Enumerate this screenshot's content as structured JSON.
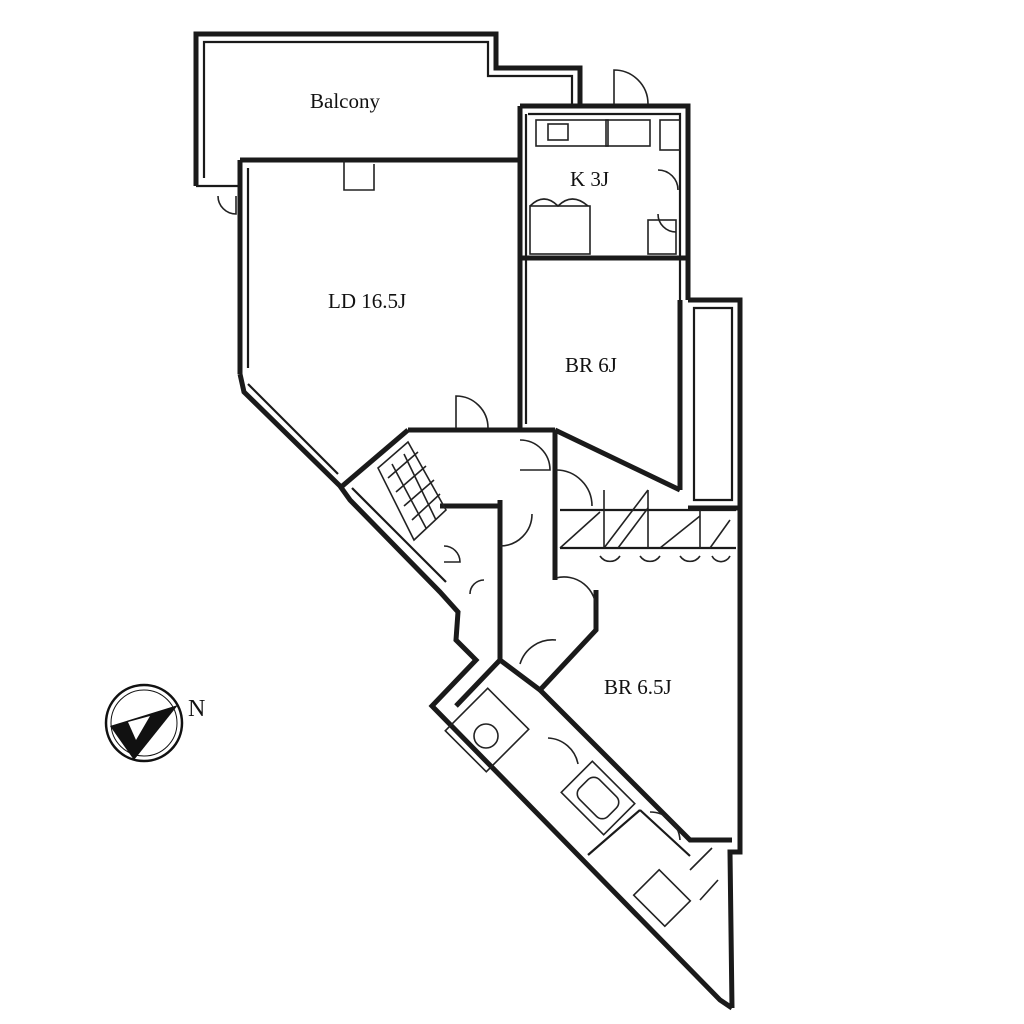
{
  "rooms": {
    "balcony": "Balcony",
    "kitchen": "K 3J",
    "living_dining": "LD 16.5J",
    "bedroom_1": "BR 6J",
    "bedroom_2": "BR 6.5J"
  },
  "compass": {
    "north_label": "N"
  }
}
